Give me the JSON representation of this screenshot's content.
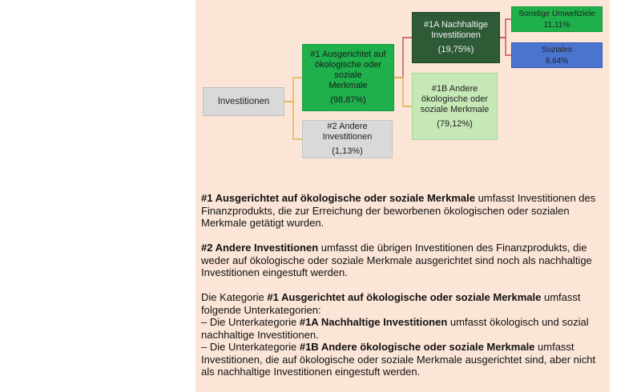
{
  "diagram": {
    "investitionen": {
      "label": "Investitionen"
    },
    "cat1": {
      "label": "#1 Ausgerichtet auf\nökologische oder soziale\nMerkmale",
      "value": "(98,87%)"
    },
    "cat2": {
      "label": "#2 Andere\nInvestitionen",
      "value": "(1,13%)"
    },
    "cat1a": {
      "label": "#1A Nachhaltige\nInvestitionen",
      "value": "(19,75%)"
    },
    "cat1b": {
      "label": "#1B Andere\nökologische oder\nsoziale Merkmale",
      "value": "(79,12%)"
    },
    "sonstige": {
      "label": "Sonstige Umweltziele",
      "value": "11,11%"
    },
    "soziales": {
      "label": "Soziales",
      "value": "8,64%"
    },
    "colors": {
      "panel_bg": "#fbe5d6",
      "connector_gold": "#e0b24a",
      "connector_red": "#c0504d",
      "cat1_green": "#1fb04c",
      "cat1a_darkgreen": "#2e5a36",
      "cat1b_lightgreen": "#c6e8b6",
      "grey": "#d9d9d9",
      "soziales_blue": "#4a74d0"
    }
  },
  "text": {
    "p1_bold": "#1 Ausgerichtet auf ökologische oder soziale Merkmale",
    "p1_rest": " umfasst Investitionen des Finanzprodukts, die zur Erreichung der beworbenen ökologischen oder sozialen Merkmale getätigt wurden.",
    "p2_bold": "#2 Andere Investitionen",
    "p2_rest": " umfasst die übrigen Investitionen des Finanzprodukts, die weder auf ökologische oder soziale Merkmale ausgerichtet sind noch als nachhaltige Investitionen eingestuft werden.",
    "p3_pre": "Die Kategorie ",
    "p3_bold": "#1 Ausgerichtet auf ökologische oder soziale Merkmale",
    "p3_rest": " umfasst folgende Unterkategorien:",
    "l1_pre": "– Die Unterkategorie ",
    "l1_bold": "#1A Nachhaltige Investitionen",
    "l1_rest": " umfasst ökologisch und sozial nachhaltige Investitionen.",
    "l2_pre": "– Die Unterkategorie ",
    "l2_bold": "#1B Andere ökologische oder soziale Merkmale",
    "l2_rest": " umfasst Investitionen, die auf ökologische oder soziale Merkmale ausgerichtet sind, aber nicht als nachhaltige Investitionen eingestuft werden."
  }
}
